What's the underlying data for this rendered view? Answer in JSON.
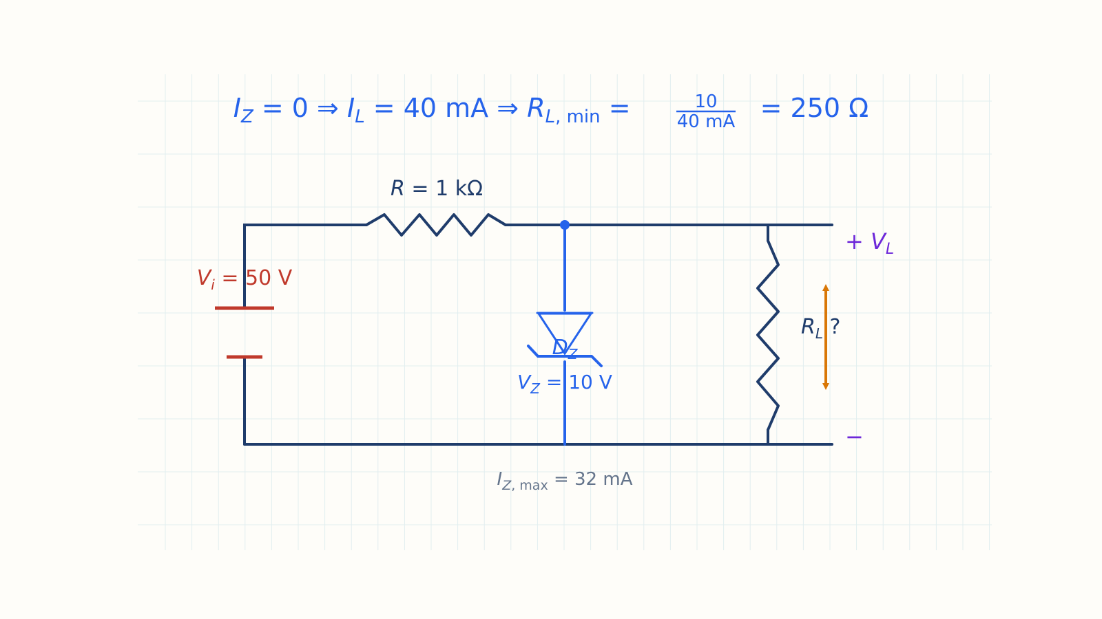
{
  "equation": {
    "iz": "I",
    "iz_sub": "Z",
    "eq_zero": " = 0 ⇒ ",
    "il": "I",
    "il_sub": "L",
    "il_val": " = 40 mA ⇒ ",
    "rl": "R",
    "rl_sub": "L, min",
    "eq": " = ",
    "frac_num": "10",
    "frac_den": "40 mA",
    "result": " = 250 Ω"
  },
  "resistor": {
    "sym": "R",
    "value": " = 1 kΩ"
  },
  "source": {
    "sym": "V",
    "sub": "i",
    "value": " = 50 V"
  },
  "zener": {
    "sym": "D",
    "sub": "Z",
    "vz_sym": "V",
    "vz_sub": "Z",
    "vz_value": " = 10 V"
  },
  "load": {
    "sym": "R",
    "sub": "L",
    "question": " ?"
  },
  "output": {
    "plus": "+ ",
    "sym": "V",
    "sub": "L",
    "minus": "−"
  },
  "izmax": {
    "sym": "I",
    "sub": "Z, max",
    "value": " = 32 mA"
  },
  "colors": {
    "wire": "#1f3c6b",
    "blue": "#2563eb",
    "red": "#c0392b",
    "purple": "#6d28d9",
    "orange": "#d97706",
    "gray": "#64748b",
    "grid": "#e2eef0"
  }
}
